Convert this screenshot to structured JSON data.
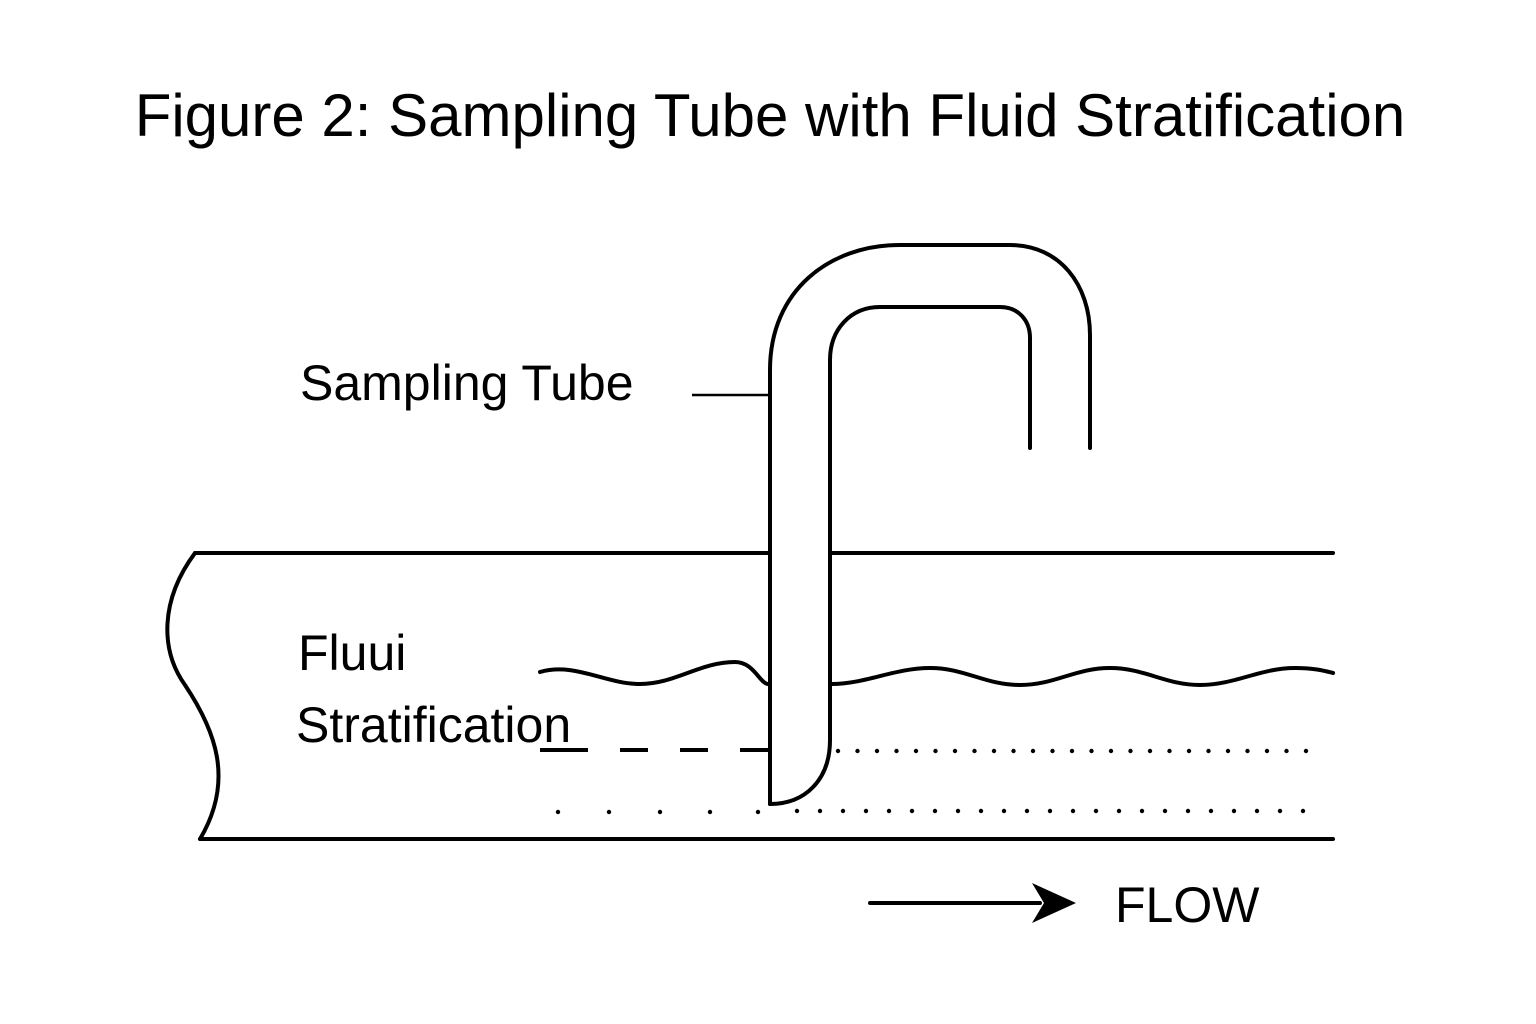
{
  "figure": {
    "title": "Figure 2: Sampling Tube with Fluid Stratification",
    "labels": {
      "sampling_tube": "Sampling Tube",
      "stratification_line1": "Fluui",
      "stratification_line2": "Stratification",
      "flow": "FLOW"
    },
    "elements": {
      "pipe": "horizontal pipe section with broken left end",
      "sampling_tube": "inverted-J sampling tube inserted into pipe",
      "wavy_interface": "upper fluid layer boundary",
      "dashed_interface": "middle layer boundary",
      "dotted_layers": [
        "dotted stratum at tube tip level",
        "dotted stratum near pipe bottom"
      ],
      "flow_arrow": "arrow pointing right"
    },
    "colors": {
      "ink": "#000000",
      "background": "#ffffff"
    }
  }
}
